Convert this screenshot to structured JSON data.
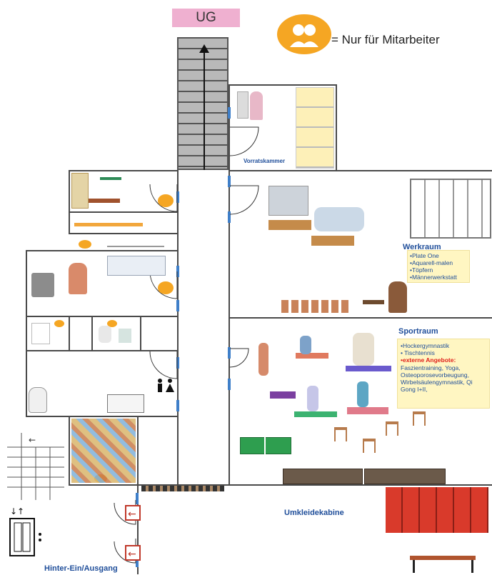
{
  "floor_label": "UG",
  "legend": {
    "text": "= Nur für Mitarbeiter",
    "icon": "staff-only-badge-icon",
    "color": "#f5a623"
  },
  "rooms": {
    "vorratskammer": "Vorratskammer",
    "werkraum": {
      "title": "Werkraum",
      "items": [
        "•Plate One",
        "•Aquarell-malen",
        "•Töpfern",
        "•Männerwerkstatt"
      ]
    },
    "sportraum": {
      "title": "Sportraum",
      "items": [
        "•Hockergymnastik",
        "• Tischtennis"
      ],
      "externe_label": "•externe Angebote:",
      "externe_text": "Faszientraining, Yoga, Osteoporosevorbeugung, Wirbelsäulengymnastik, Qi Gong I+II,"
    },
    "umkleidekabine": "Umkleidekabine",
    "hinter_eingang": "Hinter-Ein/Ausgang"
  },
  "colors": {
    "accent_orange": "#f5a623",
    "label_blue": "#1f4e9a",
    "note_yellow": "#fff6c2",
    "external_red": "#e0201b",
    "ug_pink": "#efb0d0",
    "door_blue": "#3f7fc9",
    "locker_red": "#d93a2b",
    "pingpong_green": "#2e9e4f"
  },
  "icons": [
    "up-arrow-icon",
    "elevator-icon",
    "exit-door-icon",
    "restroom-icon",
    "staff-only-badge-icon"
  ]
}
